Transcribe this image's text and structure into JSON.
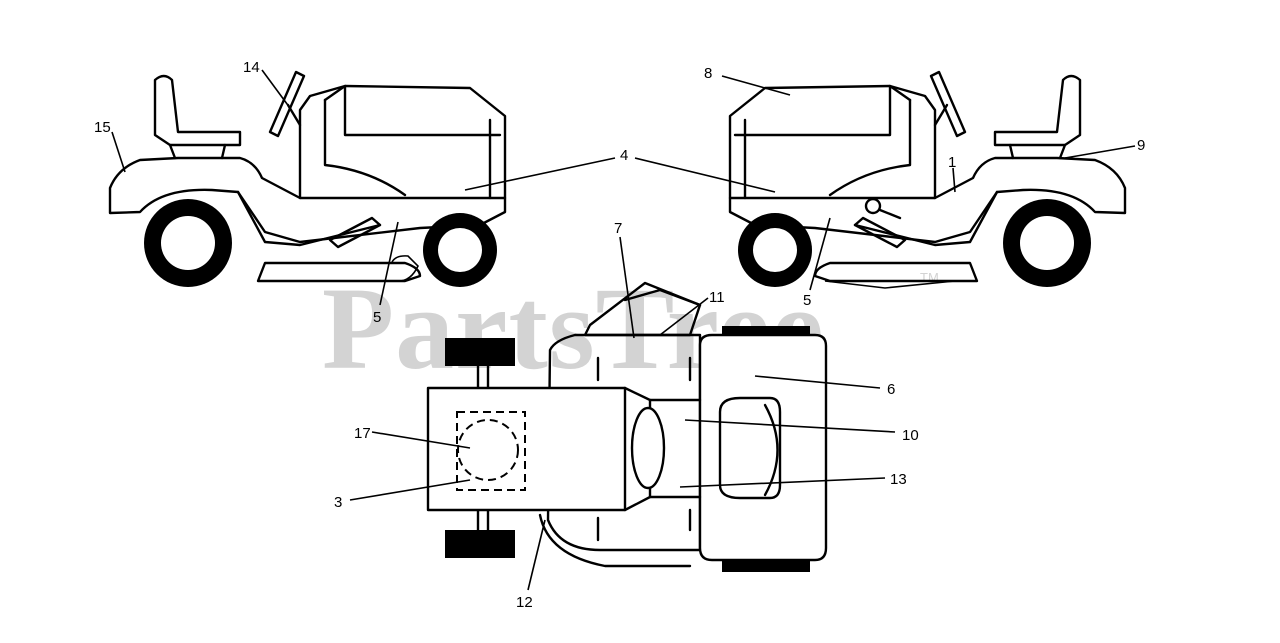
{
  "watermark": {
    "text": "PartsTree",
    "trademark": "TM"
  },
  "labels": {
    "l1": "1",
    "l3": "3",
    "l4": "4",
    "l5a": "5",
    "l5b": "5",
    "l6": "6",
    "l7": "7",
    "l8": "8",
    "l9": "9",
    "l10": "10",
    "l11": "11",
    "l12": "12",
    "l13": "13",
    "l14": "14",
    "l15": "15",
    "l17": "17"
  },
  "colors": {
    "line": "#000000",
    "watermark": "#d3d3d3",
    "background": "#ffffff"
  }
}
